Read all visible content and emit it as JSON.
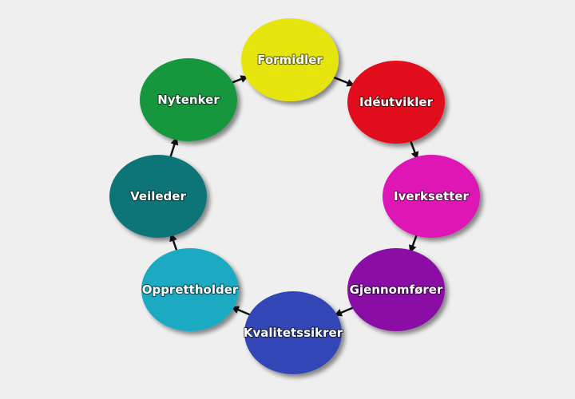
{
  "diagram": {
    "nodes": [
      {
        "label": "Formidler",
        "color": "#e5e40a"
      },
      {
        "label": "Idéutvikler",
        "color": "#e2111d"
      },
      {
        "label": "Iverksetter",
        "color": "#dd12b5"
      },
      {
        "label": "Gjennomfører",
        "color": "#8a0ca6"
      },
      {
        "label": "Kvalitetssikrer",
        "color": "#3347b5"
      },
      {
        "label": "Opprettholder",
        "color": "#1aaac2"
      },
      {
        "label": "Veileder",
        "color": "#107578"
      },
      {
        "label": "Nytenker",
        "color": "#17963c"
      }
    ]
  }
}
